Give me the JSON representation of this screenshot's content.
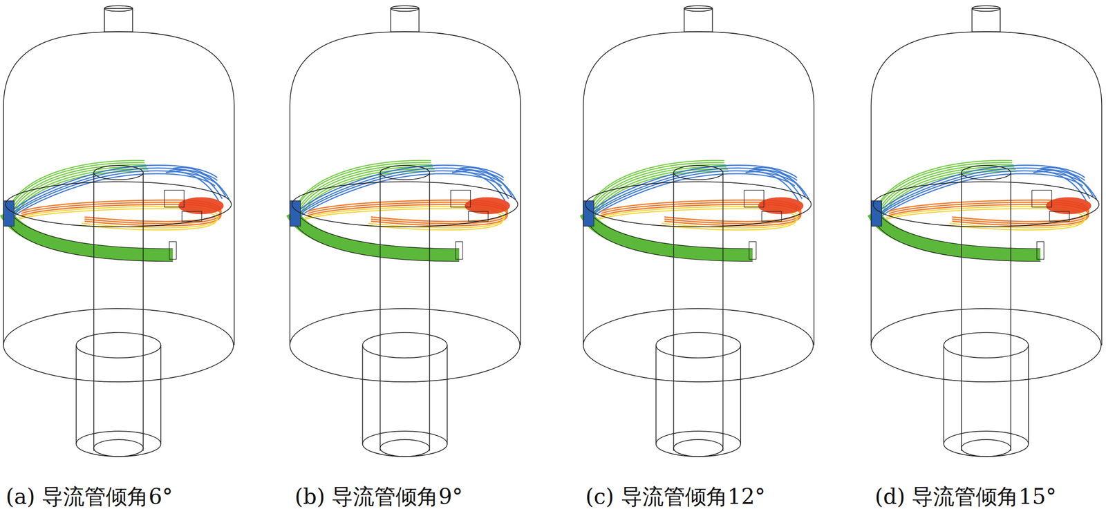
{
  "diagram": {
    "labels": [
      "(a) 导流管倾角6°",
      "(b) 导流管倾角9°",
      "(c) 导流管倾角12°",
      "(d) 导流管倾角15°"
    ]
  }
}
